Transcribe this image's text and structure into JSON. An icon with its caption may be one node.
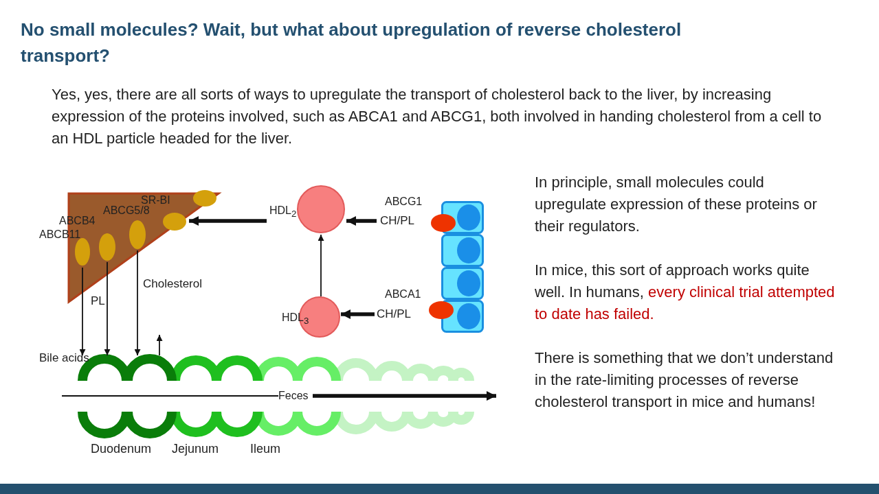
{
  "diagram": {
    "title": "No small molecules? Wait, but what about upregulation of reverse cholesterol transport?",
    "nodes": [
      {
        "text": [],
        "shape": "triangle"
      },
      {
        "text": [
          "ABCB11"
        ],
        "in": 0
      },
      {
        "text": [
          "ABCB4"
        ],
        "in": 0
      },
      {
        "text": [
          "ABCG5/8"
        ],
        "in": 0
      },
      {
        "text": [
          "SR-BI"
        ],
        "in": 0
      },
      {
        "text": [],
        "shape": "ellipse"
      },
      {
        "text": [
          "HDL$_{2}$"
        ]
      },
      {
        "text": [
          "ABCG1"
        ]
      },
      {
        "text": [],
        "shape": "box"
      },
      {
        "text": [],
        "shape": "box"
      },
      {
        "text": [],
        "shape": "box"
      },
      {
        "text": [],
        "shape": "box"
      },
      {
        "text": [
          "HDL$_{3}$"
        ]
      },
      {
        "text": [
          "ABCA1"
        ]
      },
      {
        "text": [
          "Feces"
        ],
        "in": 15
      },
      {
        "text": [],
        "shape": "tube",
        "beside": [
          "Duodenum",
          "Jejunum",
          "Ileum"
        ]
      }
    ],
    "edges": [
      {
        "from": 6,
        "to": 4,
        "arrow": "to",
        "style": "thick"
      },
      {
        "from": 7,
        "to": 6,
        "arrow": "to",
        "label": "CH/PL",
        "style": "thick"
      },
      {
        "from": 12,
        "to": 6,
        "arrow": "to"
      },
      {
        "from": 13,
        "to": 12,
        "arrow": "to",
        "label": "CH/PL",
        "style": "thick"
      },
      {
        "from": 1,
        "to": 15,
        "arrow": "to",
        "label": "Bile acids"
      },
      {
        "from": 2,
        "to": 15,
        "arrow": "to",
        "label": "PL"
      },
      {
        "from": 3,
        "to": 15,
        "arrow": "to",
        "label": "Cholesterol"
      },
      {
        "from": 15,
        "to": null,
        "arrow": "to"
      },
      {
        "from": null,
        "to": 14,
        "arrow": "none"
      },
      {
        "from": 14,
        "to": null,
        "arrow": "to",
        "style": "thick"
      }
    ],
    "labels": [
      "Yes, yes, there are all sorts of ways to upregulate the transport of cholesterol back to the liver, by increasing expression of the proteins involved, such as ABCA1 and ABCG1, both involved in handing cholesterol from a cell to an HDL particle headed for the liver.",
      "In principle, small molecules could upregulate expression of these proteins or their regulators.",
      "In mice, this sort of approach works quite well. In humans,",
      "every clinical trial attempted to date has failed.",
      "There is something that we don’t understand in the rate-limiting processes of reverse cholesterol transport in mice and humans!"
    ]
  }
}
